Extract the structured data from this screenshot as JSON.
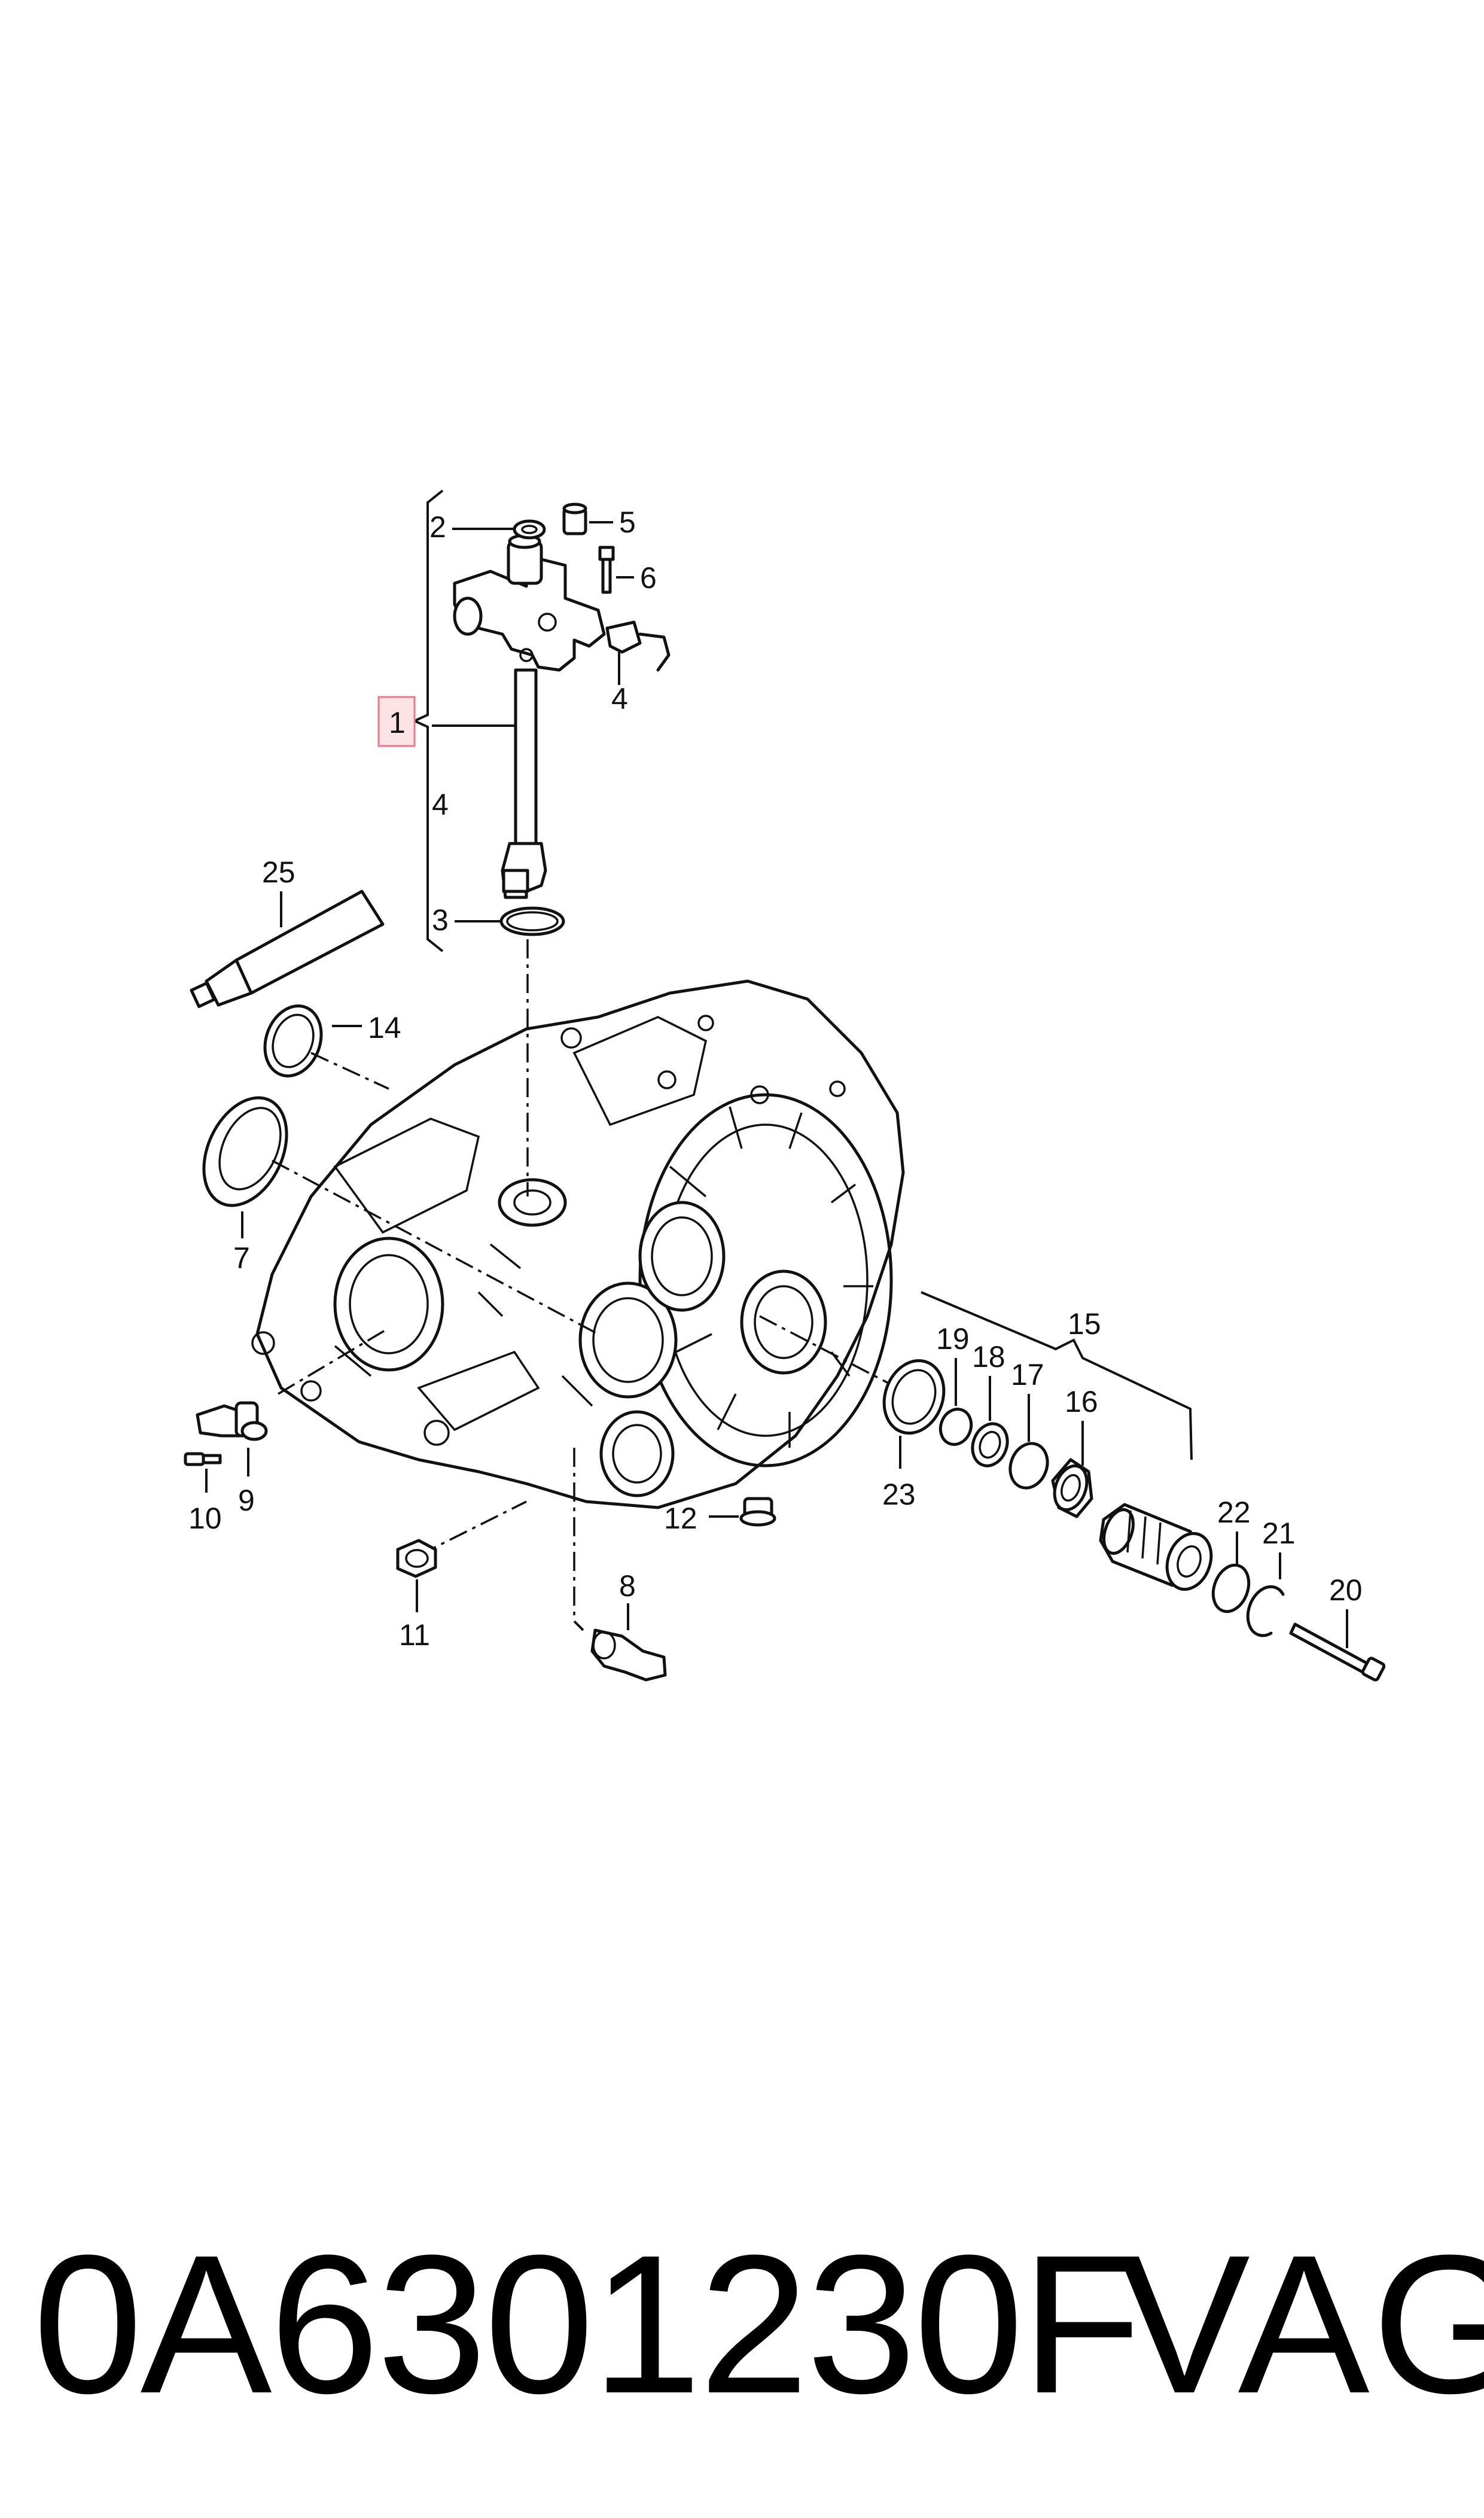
{
  "callouts": {
    "c1": "1",
    "c2": "2",
    "c3": "3",
    "c4a": "4",
    "c4b": "4",
    "c5": "5",
    "c6": "6",
    "c7": "7",
    "c8": "8",
    "c9": "9",
    "c10": "10",
    "c11": "11",
    "c12": "12",
    "c14": "14",
    "c15": "15",
    "c16": "16",
    "c17": "17",
    "c18": "18",
    "c19": "19",
    "c20": "20",
    "c21": "21",
    "c22": "22",
    "c23": "23",
    "c25": "25"
  },
  "footer": {
    "part_number": "0A6301230F",
    "brand": "VAG"
  },
  "colors": {
    "line": "#111111",
    "highlight_fill": "#fde2e6",
    "highlight_border": "#e8788a",
    "background": "#ffffff"
  }
}
